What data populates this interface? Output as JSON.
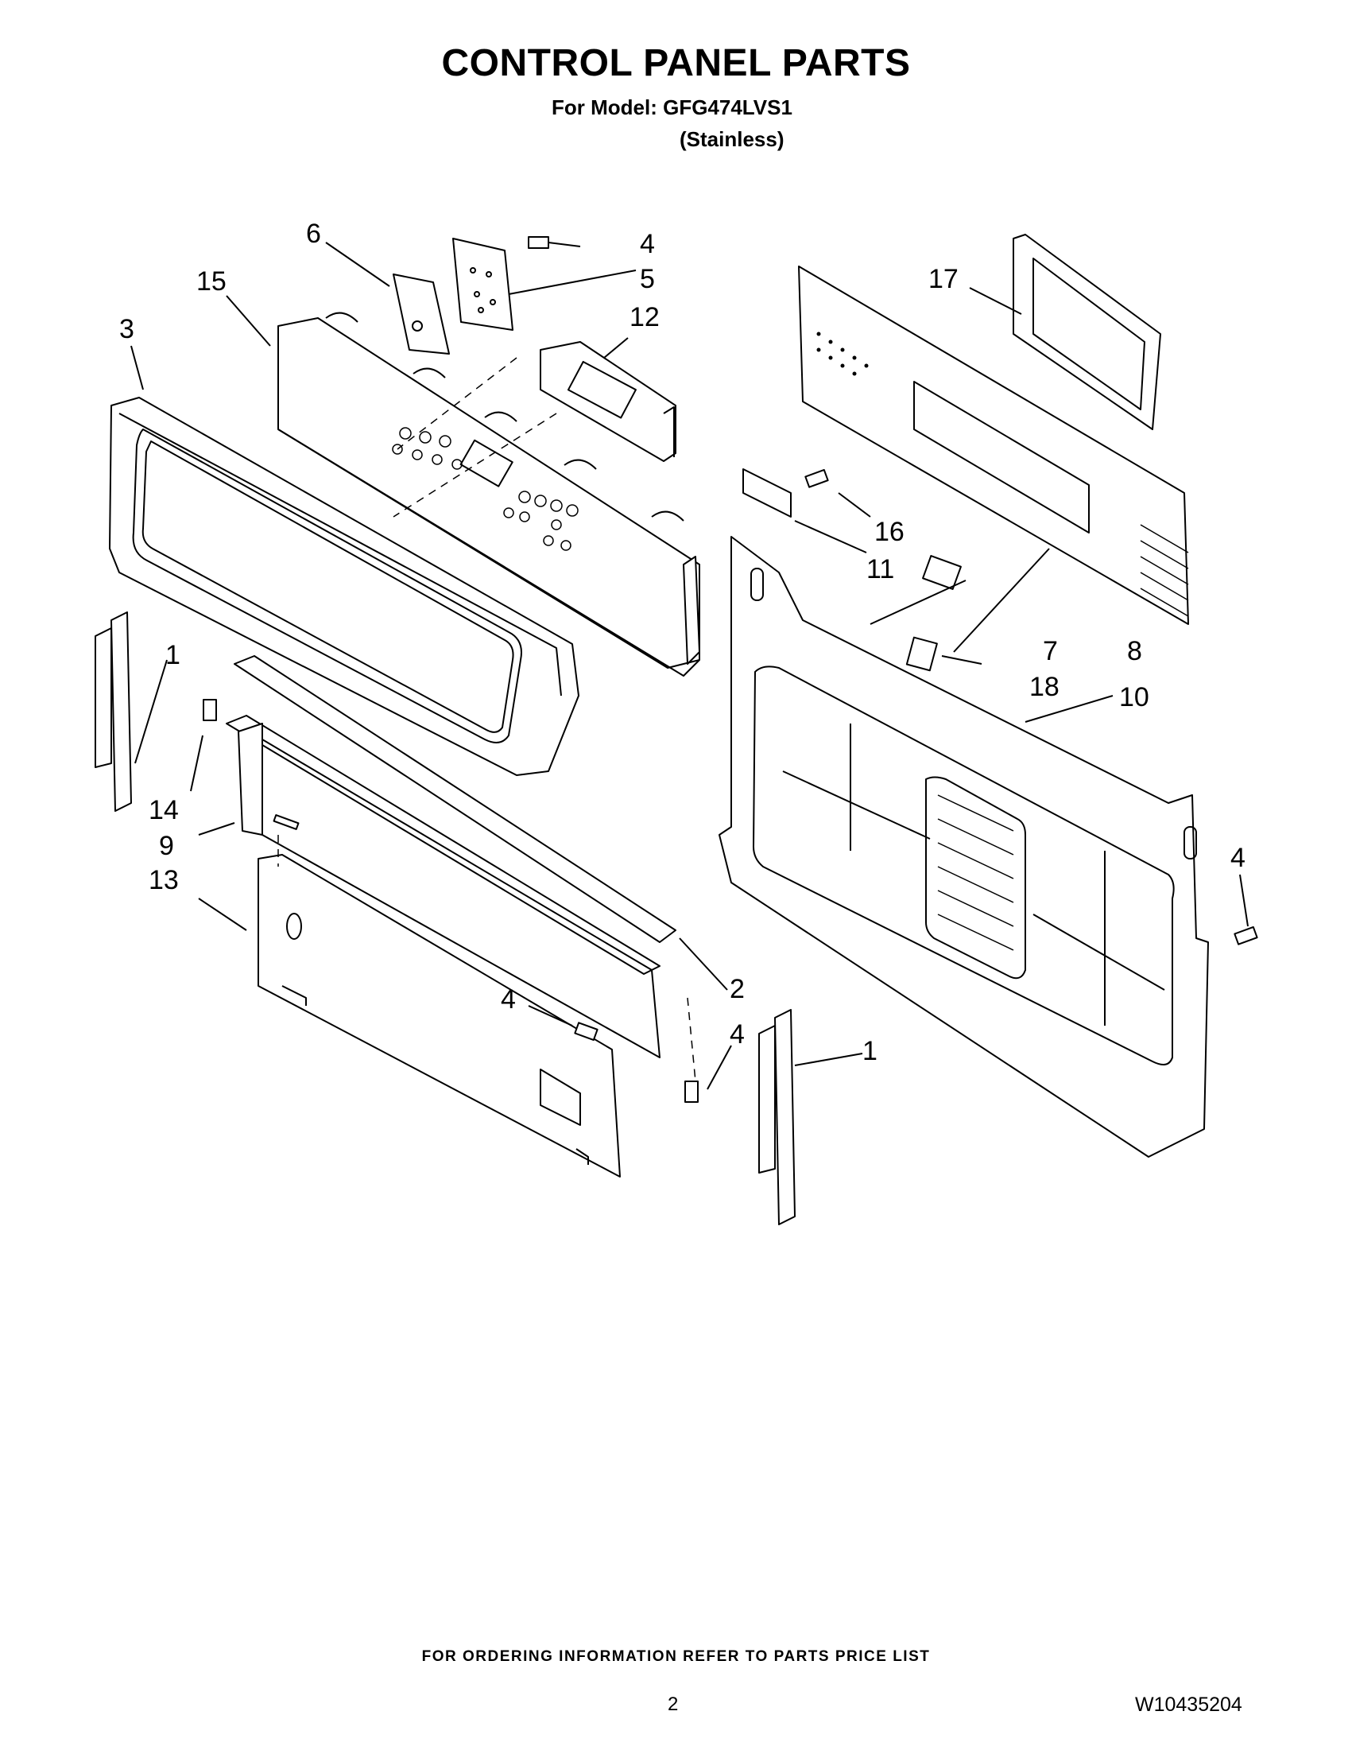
{
  "header": {
    "title": "CONTROL PANEL PARTS",
    "model_line": "For Model: GFG474LVS1",
    "finish_line": "(Stainless)"
  },
  "callouts": {
    "c1_left": "1",
    "c1_right": "1",
    "c2": "2",
    "c3": "3",
    "c4_top": "4",
    "c4_right": "4",
    "c4_mid": "4",
    "c4_low": "4",
    "c5": "5",
    "c6": "6",
    "c7": "7",
    "c8": "8",
    "c9": "9",
    "c10": "10",
    "c11": "11",
    "c12": "12",
    "c13": "13",
    "c14": "14",
    "c15": "15",
    "c16": "16",
    "c17": "17",
    "c18": "18"
  },
  "footer": {
    "ordering_note": "FOR ORDERING INFORMATION REFER TO PARTS PRICE LIST",
    "page_number": "2",
    "document_number": "W10435204"
  }
}
